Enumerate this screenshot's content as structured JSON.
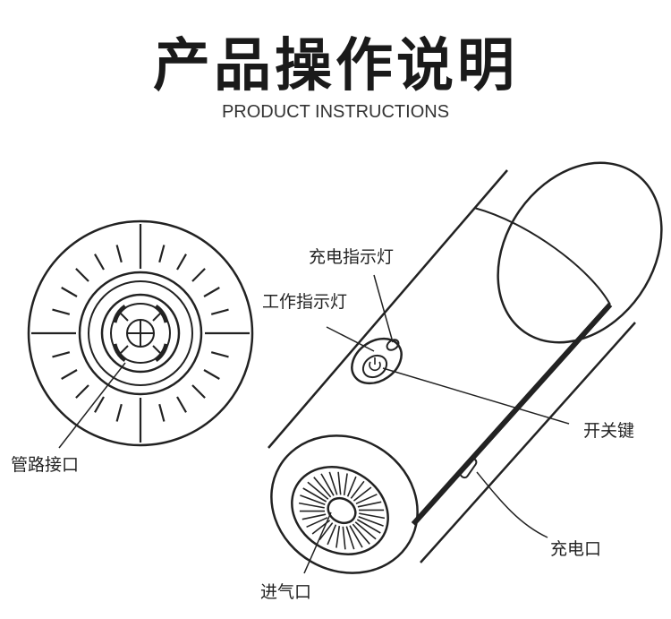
{
  "header": {
    "title": "产品操作说明",
    "subtitle": "PRODUCT INSTRUCTIONS"
  },
  "labels": {
    "charge_indicator": "充电指示灯",
    "work_indicator": "工作指示灯",
    "power_switch": "开关键",
    "charge_port": "充电口",
    "pipe_interface": "管路接口",
    "air_inlet": "进气口"
  },
  "colors": {
    "line": "#222222",
    "background": "#ffffff"
  },
  "icons": {
    "power": "power-icon"
  }
}
